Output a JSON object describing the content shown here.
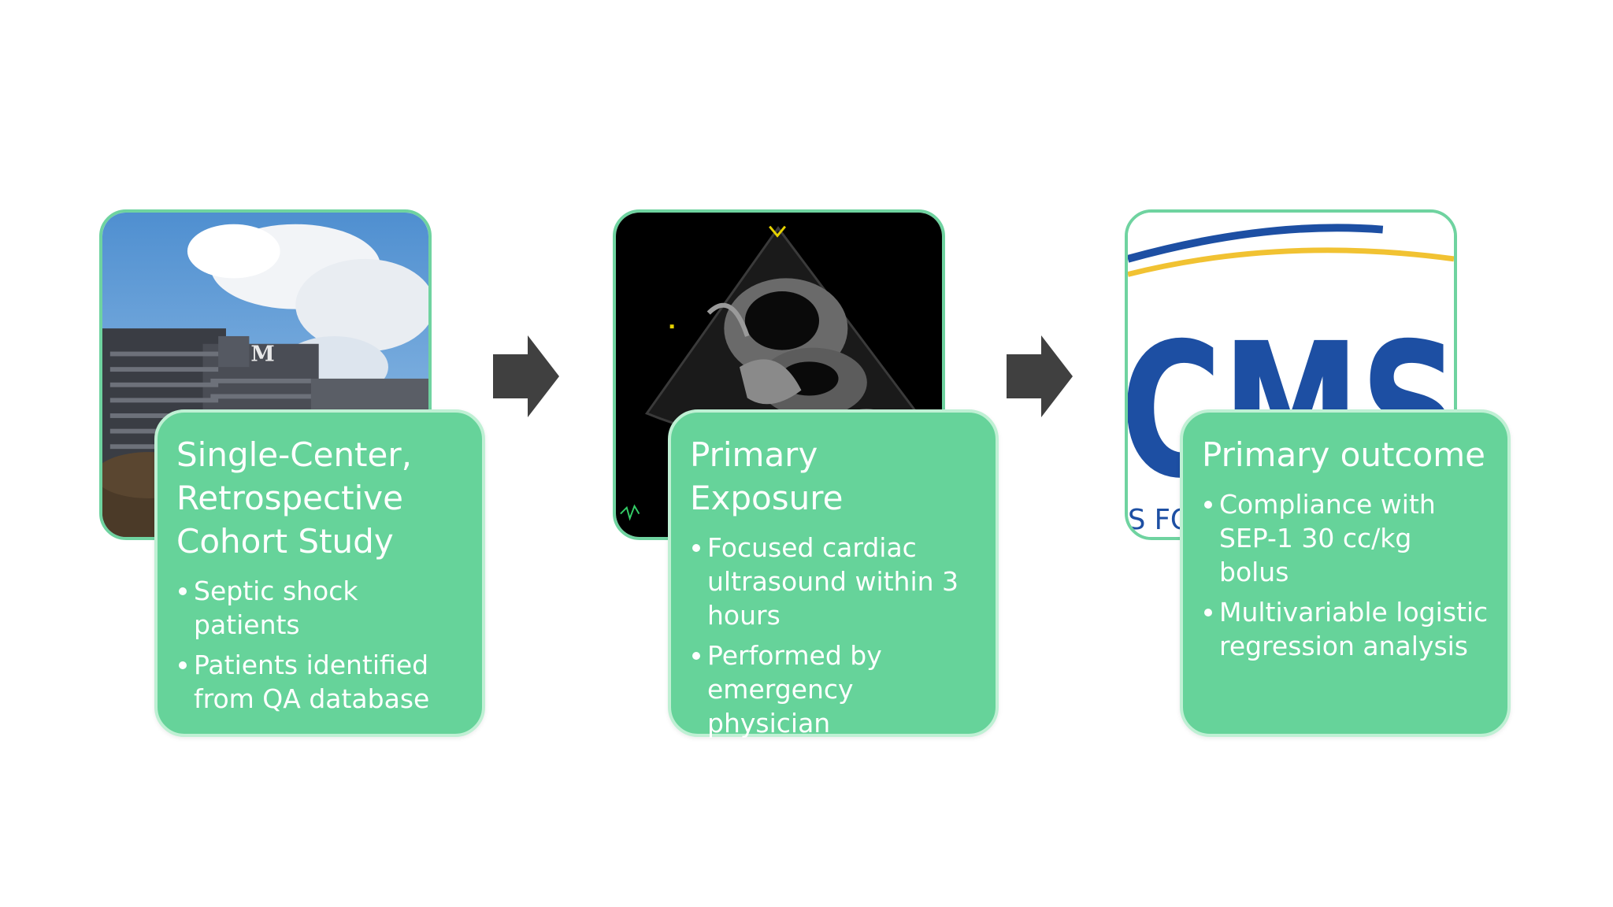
{
  "steps": [
    {
      "title": "Single-Center, Retrospective Cohort Study",
      "bullets": [
        "Septic shock patients",
        "Patients identified from QA database"
      ],
      "image_icon": "hospital-building-photo"
    },
    {
      "title": "Primary Exposure",
      "bullets": [
        "Focused cardiac ultrasound within 3 hours",
        "Performed by emergency physician"
      ],
      "image_icon": "cardiac-ultrasound-image"
    },
    {
      "title": "Primary outcome",
      "bullets": [
        "Compliance with SEP-1 30 cc/kg bolus",
        "Multivariable logistic regression analysis"
      ],
      "image_icon": "cms-logo"
    }
  ],
  "images": {
    "hospital_sign": "M",
    "cms_logo_text": "CMS",
    "cms_logo_subtext": "S FOR"
  },
  "colors": {
    "card_fill": "#66d39a",
    "card_border": "#bff0d4",
    "arrow": "#404040",
    "cms_blue": "#1d4fa3",
    "cms_gold": "#f1c232"
  }
}
